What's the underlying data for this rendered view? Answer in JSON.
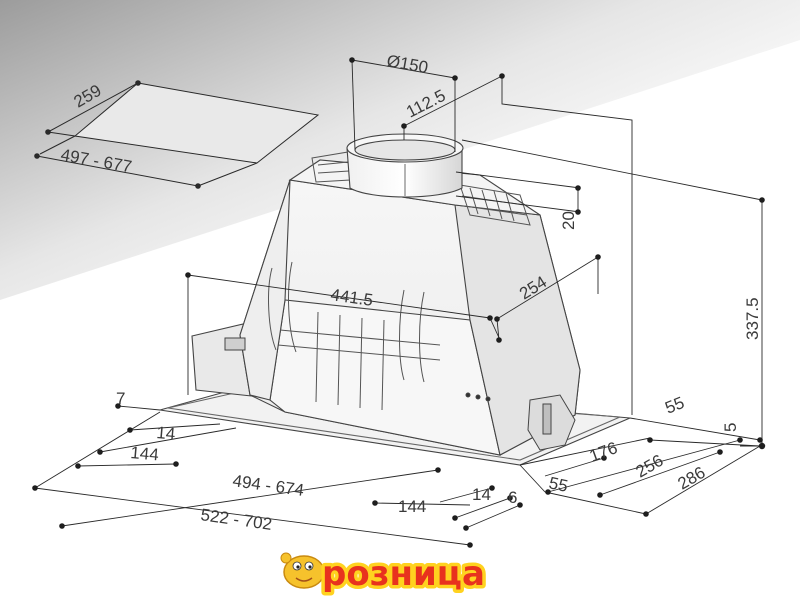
{
  "drawing": {
    "dimensions": {
      "cutout_depth": "259",
      "cutout_width": "497 - 677",
      "duct_diameter": "Ø150",
      "duct_offset": "112.5",
      "collar_height": "20",
      "body_depth": "254",
      "body_width": "441.5",
      "total_height": "337.5",
      "left_edge": "7",
      "frame_left_inner": "14",
      "frame_left_outer": "144",
      "inner_width": "494 - 674",
      "outer_width": "522 - 702",
      "right_55_top": "55",
      "right_5": "5",
      "right_176": "176",
      "right_256": "256",
      "right_286": "286",
      "right_55_bottom": "55",
      "bottom_144": "144",
      "bottom_14": "14",
      "bottom_6": "6"
    }
  },
  "logo": {
    "text": "розница",
    "colors": {
      "fill": "#e8321e",
      "outline": "#ffd21f",
      "mascot": "#f6c22c"
    }
  }
}
